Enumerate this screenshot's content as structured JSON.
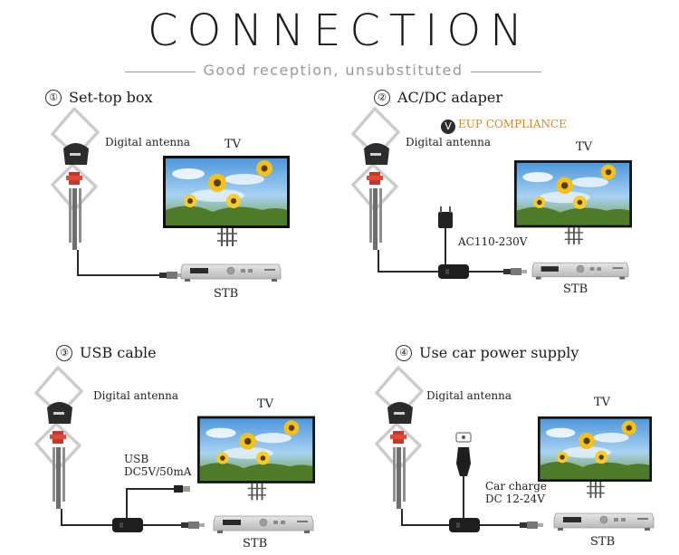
{
  "header": {
    "title": "CONNECTION",
    "subtitle": "Good reception, unsubstituted"
  },
  "panels": [
    {
      "number": "①",
      "title": "Set-top box",
      "antenna_label": "Digital antenna",
      "tv_label": "TV",
      "stb_label": "STB"
    },
    {
      "number": "②",
      "title": "AC/DC adaper",
      "antenna_label": "Digital antenna",
      "tv_label": "TV",
      "stb_label": "STB",
      "power_label": "AC110-230V",
      "eup_badge": "V",
      "eup_text": "EUP COMPLIANCE"
    },
    {
      "number": "③",
      "title": "USB cable",
      "antenna_label": "Digital antenna",
      "tv_label": "TV",
      "stb_label": "STB",
      "power_label_1": "USB",
      "power_label_2": "DC5V/50mA"
    },
    {
      "number": "④",
      "title": "Use car power supply",
      "antenna_label": "Digital antenna",
      "tv_label": "TV",
      "stb_label": "STB",
      "power_label_1": "Car charge",
      "power_label_2": "DC 12-24V"
    }
  ],
  "colors": {
    "title_text": "#1a1a1a",
    "subtitle_text": "#999999",
    "eup_accent": "#d4881e",
    "cable": "#2a2a2a",
    "sky": "#6fb0e6",
    "sunflower": "#f2c21b",
    "stb_body": "#cfcfcf"
  }
}
